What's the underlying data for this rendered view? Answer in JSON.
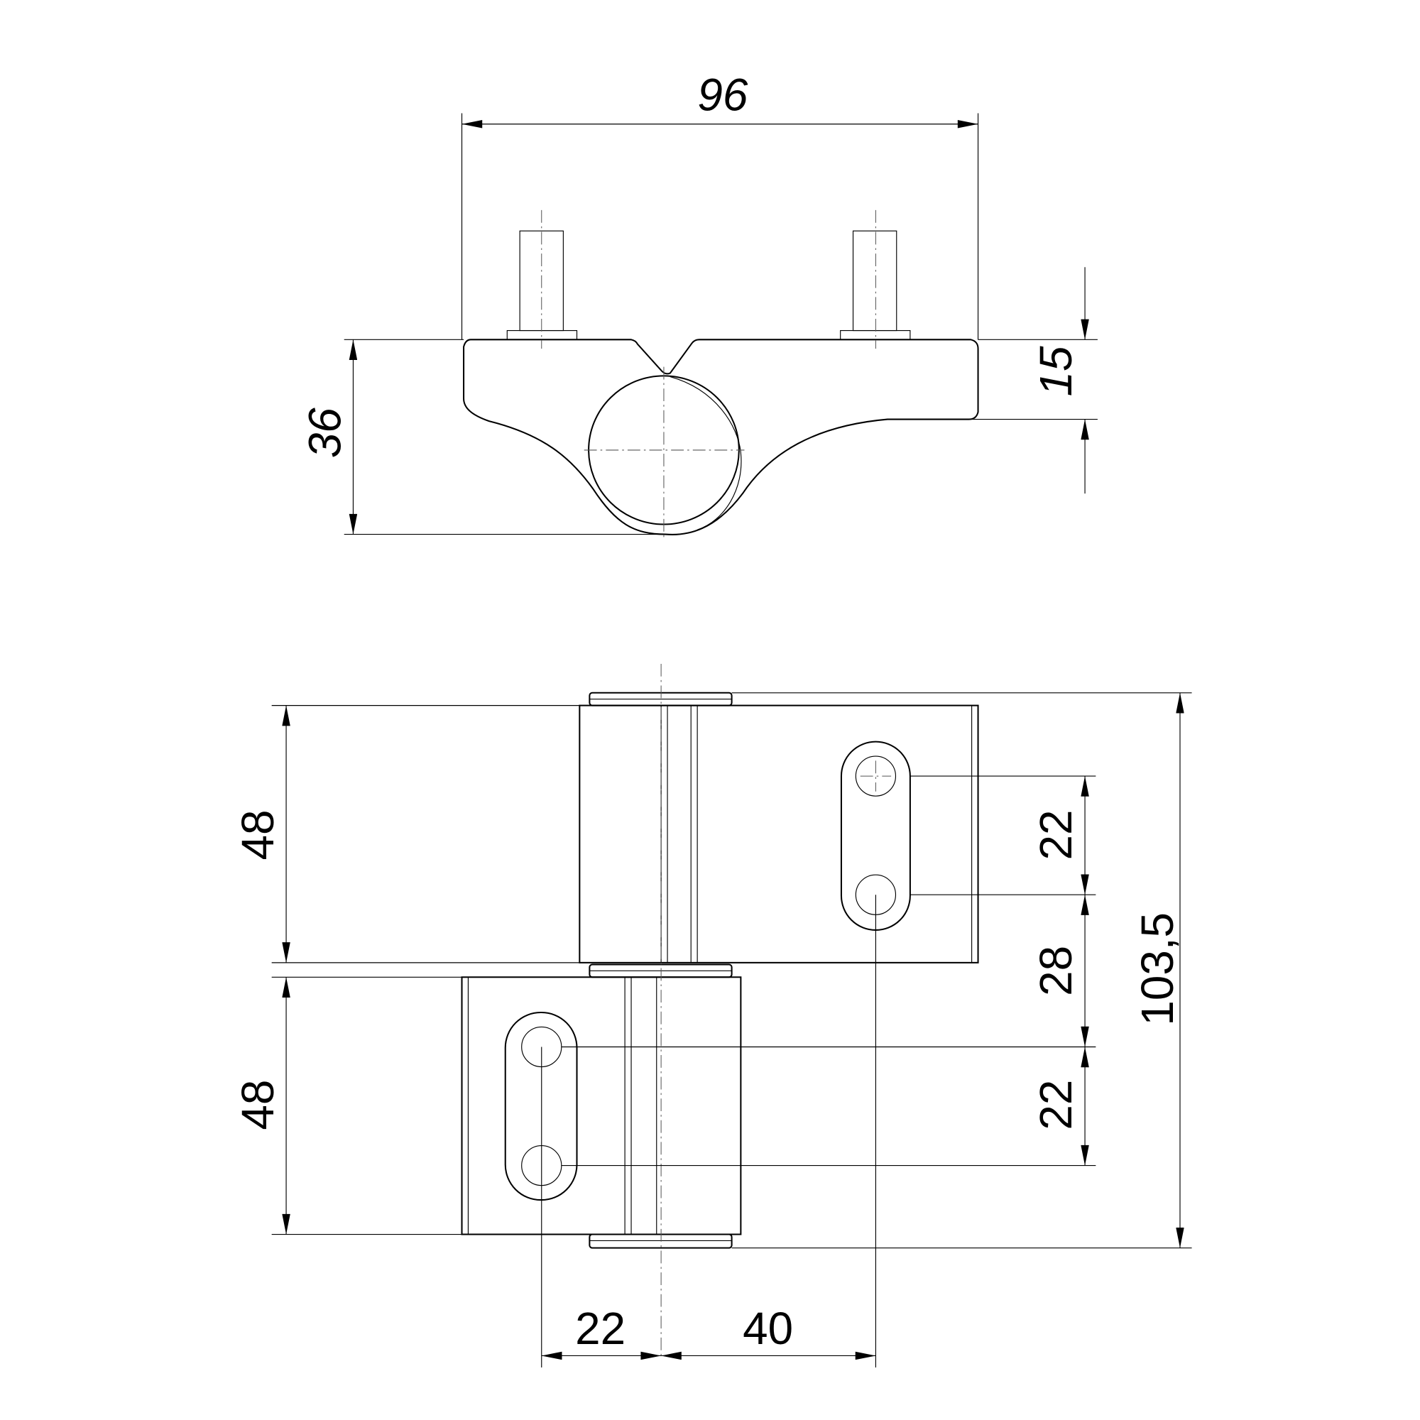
{
  "drawing": {
    "top_view": {
      "dimensions": {
        "width": "96",
        "height": "36",
        "leaf_thickness": "15"
      }
    },
    "front_view": {
      "dimensions": {
        "upper_leaf_height": "48",
        "lower_leaf_height": "48",
        "total_height": "103,5",
        "upper_hole_spacing": "22",
        "hole_offset": "28",
        "lower_hole_spacing": "22",
        "lower_hole_to_axis": "22",
        "upper_hole_to_axis": "40"
      }
    }
  }
}
